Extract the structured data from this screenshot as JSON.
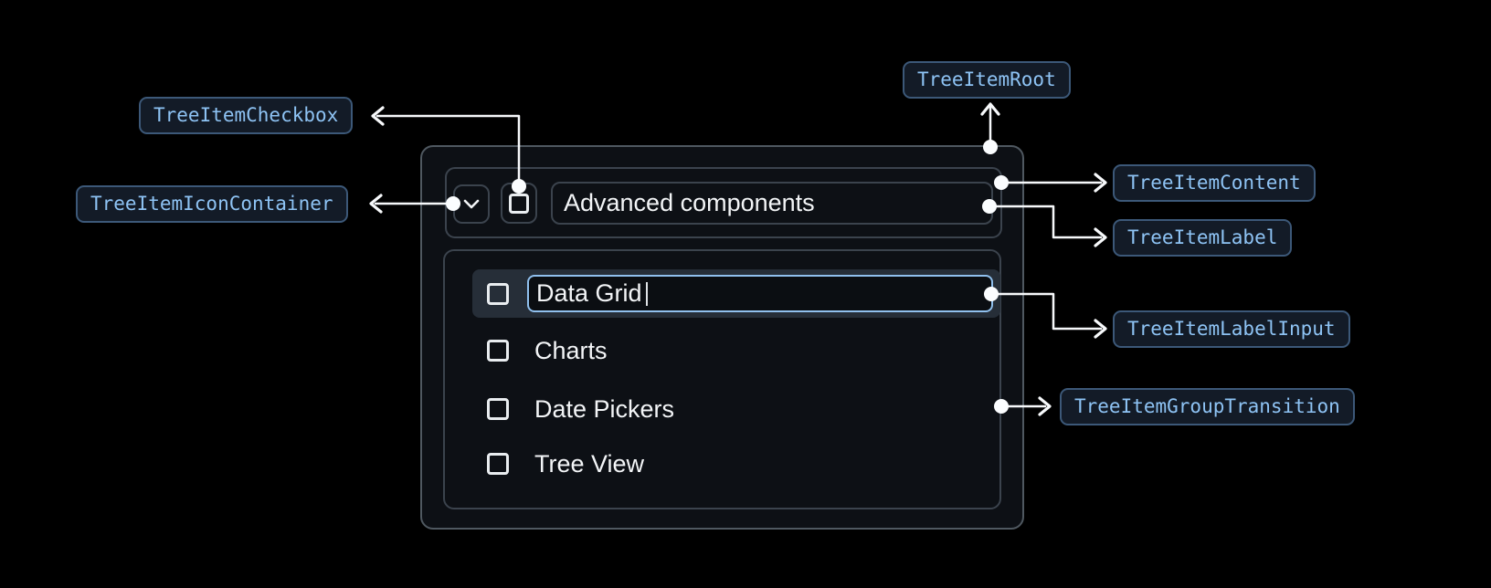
{
  "canvas": {
    "background": "#000000"
  },
  "colors": {
    "box_background": "#0d1015",
    "outer_border": "#4f5860",
    "inner_border": "#3b434d",
    "row_highlight": "#262e38",
    "input_focus_border": "#90c0ee",
    "text": "#f3f5f7",
    "badge_background": "#131b27",
    "badge_border": "#3c5878",
    "badge_text": "#8ec3f4",
    "connector": "#f7f9fb"
  },
  "badges": [
    {
      "id": "root",
      "label": "TreeItemRoot"
    },
    {
      "id": "checkbox",
      "label": "TreeItemCheckbox"
    },
    {
      "id": "icon_container",
      "label": "TreeItemIconContainer"
    },
    {
      "id": "content",
      "label": "TreeItemContent"
    },
    {
      "id": "label",
      "label": "TreeItemLabel"
    },
    {
      "id": "label_input",
      "label": "TreeItemLabelInput"
    },
    {
      "id": "group_transition",
      "label": "TreeItemGroupTransition"
    }
  ],
  "tree": {
    "parent": {
      "label": "Advanced components",
      "expanded": true,
      "checkbox_checked": false
    },
    "children": [
      {
        "label": "Data Grid",
        "state": "editing",
        "input_value": "Data Grid",
        "checkbox_checked": false
      },
      {
        "label": "Charts",
        "state": "default",
        "checkbox_checked": false
      },
      {
        "label": "Date Pickers",
        "state": "default",
        "checkbox_checked": false
      },
      {
        "label": "Tree View",
        "state": "default",
        "checkbox_checked": false
      }
    ]
  }
}
